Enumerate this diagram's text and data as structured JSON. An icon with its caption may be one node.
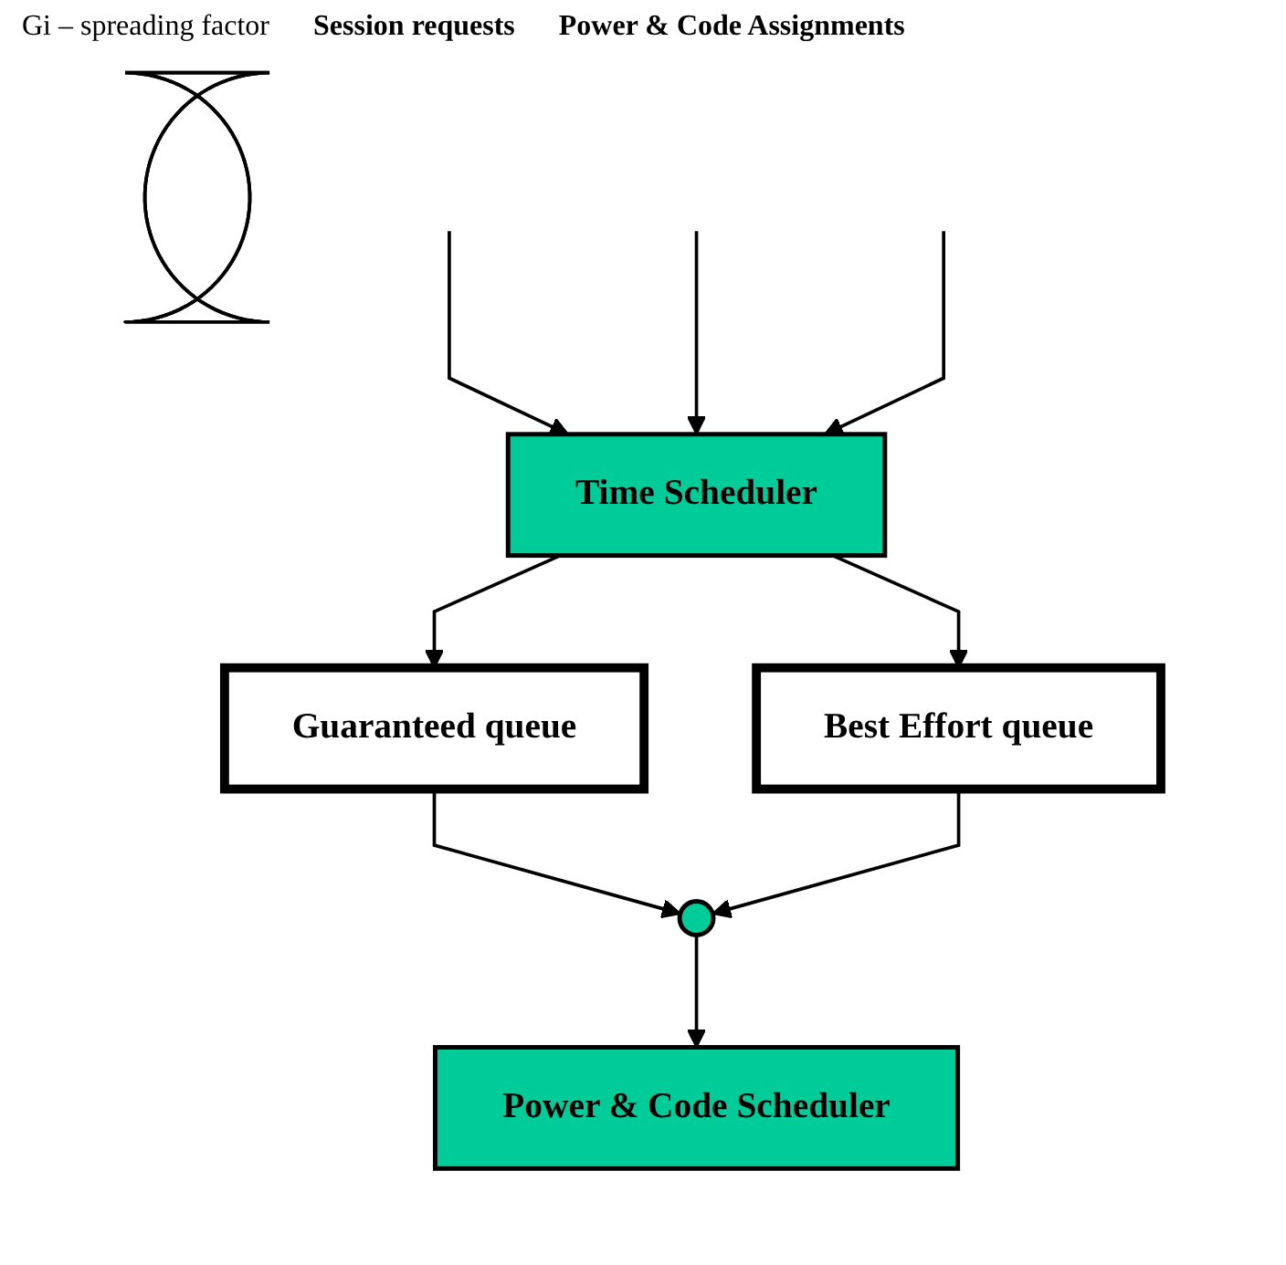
{
  "diagram": {
    "nodes": [
      {
        "text": [
          "Time Scheduler"
        ]
      },
      {
        "text": [],
        "shape": "ellipse"
      },
      {
        "text": [
          "Guaranteed queue"
        ]
      },
      {
        "text": [
          "Best Effort queue"
        ]
      },
      {
        "text": [],
        "shape": "circle"
      },
      {
        "text": [
          "Power & Code Scheduler"
        ]
      }
    ],
    "edges": [
      {
        "from": null,
        "to": 0,
        "arrow": "to"
      },
      {
        "from": null,
        "to": 0,
        "arrow": "to"
      },
      {
        "from": null,
        "to": 0,
        "arrow": "to"
      },
      {
        "from": 0,
        "to": 2,
        "arrow": "to"
      },
      {
        "from": 0,
        "to": 3,
        "arrow": "to"
      },
      {
        "from": 2,
        "to": 4,
        "arrow": "to"
      },
      {
        "from": 3,
        "to": 4,
        "arrow": "to"
      },
      {
        "from": 4,
        "to": 5,
        "arrow": "to"
      }
    ],
    "labels": [
      "Gi – spreading factor",
      "Session requests",
      "Power & Code Assignments"
    ]
  }
}
